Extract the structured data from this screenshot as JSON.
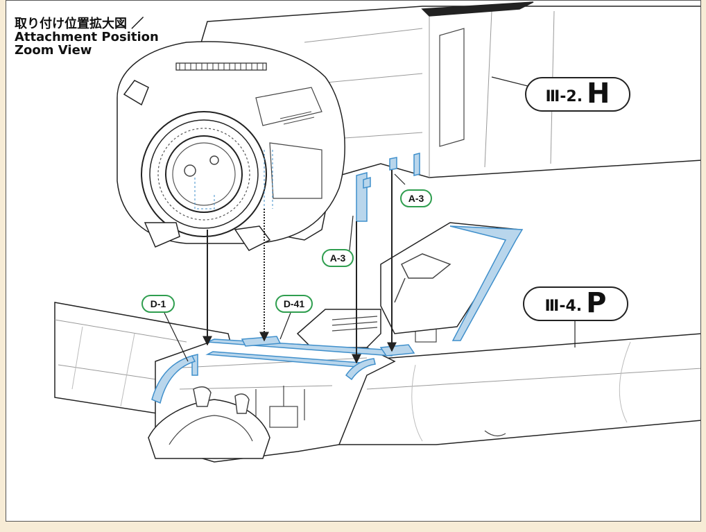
{
  "title": {
    "jp": "取り付け位置拡大図 ／",
    "en_line1": "Attachment Position",
    "en_line2": "Zoom View"
  },
  "callouts": [
    {
      "step": "Ⅲ-2.",
      "letter": "H"
    },
    {
      "step": "Ⅲ-4.",
      "letter": "P"
    }
  ],
  "part_labels": [
    "A-3",
    "A-3",
    "D-1",
    "D-41"
  ],
  "colors": {
    "part_highlight": "#b9d6ec",
    "part_outline": "#3f8fcb",
    "label_border": "#2f9e4f",
    "background": "#f7ecd6",
    "line": "#222222"
  }
}
